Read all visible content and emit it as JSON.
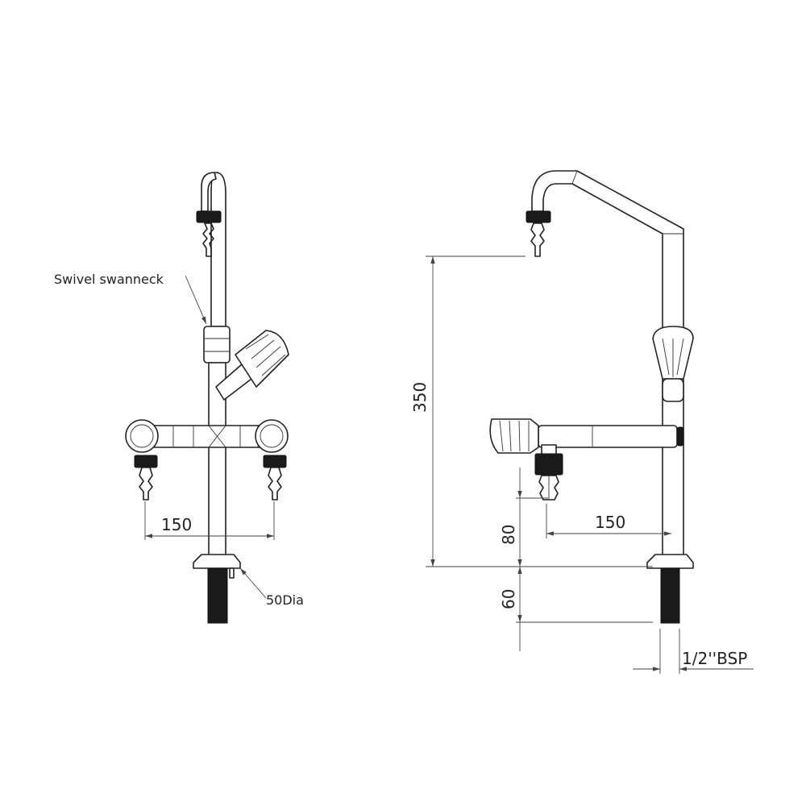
{
  "drawing": {
    "front_view": {
      "swanneck_label": "Swivel swanneck",
      "width_dimension": "150",
      "base_label": "50Dia"
    },
    "side_view": {
      "height_dimension": "350",
      "outlet_dimension": "80",
      "shank_dimension": "60",
      "reach_dimension": "150",
      "thread_label": "1/2''BSP"
    },
    "colors": {
      "line": "#222222",
      "fill": "#ffffff",
      "connector": "#1a1a1a"
    }
  }
}
